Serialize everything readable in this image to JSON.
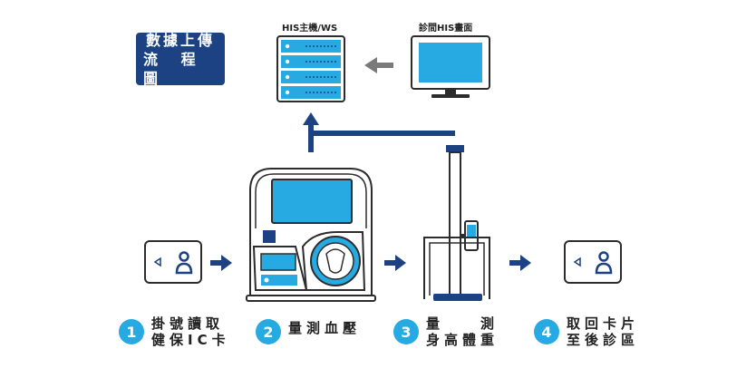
{
  "title": [
    "數據上傳",
    "流 程 圖"
  ],
  "server_label": "HIS主機/WS",
  "monitor_label": "診間HIS畫面",
  "steps": [
    {
      "num": "1",
      "line1": "掛號讀取",
      "line2": "健保IC卡"
    },
    {
      "num": "2",
      "line1": "量測血壓",
      "line2": ""
    },
    {
      "num": "3",
      "line1": "量　　測",
      "line2": "身高體重"
    },
    {
      "num": "4",
      "line1": "取回卡片",
      "line2": "至後診區"
    }
  ],
  "colors": {
    "navy": "#1d4283",
    "cyan": "#27a9e1",
    "outline": "#2c2c2c",
    "gray_arrow": "#7a7a7a"
  },
  "icons": [
    "health-card-icon",
    "server-icon",
    "monitor-icon",
    "blood-pressure-machine-icon",
    "height-weight-scale-icon",
    "arrow-right-icon",
    "arrow-up-icon",
    "arrow-left-icon"
  ]
}
